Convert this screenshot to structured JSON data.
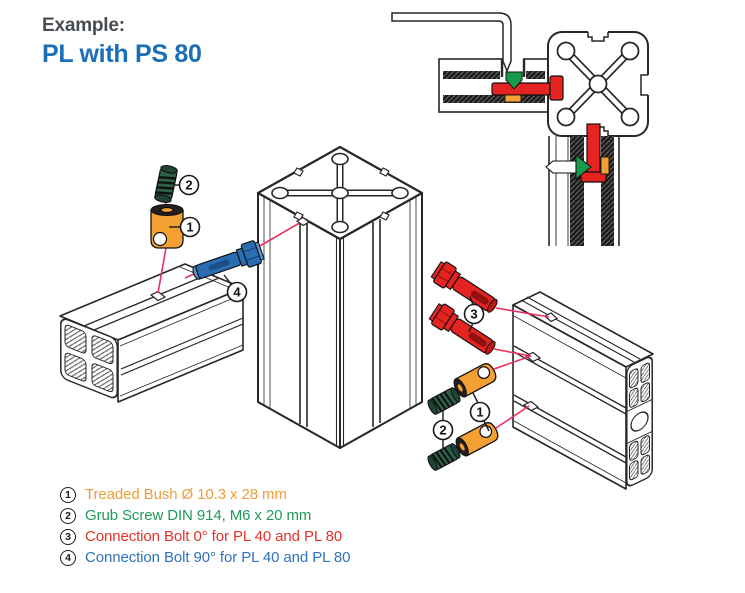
{
  "header": {
    "eyebrow": "Example:",
    "eyebrow_color": "#474D53",
    "title": "PL with PS 80",
    "title_color": "#1B6FB8"
  },
  "legend": {
    "items": [
      {
        "num": "1",
        "label": "Treaded Bush Ø 10.3 x 28 mm",
        "color": "#EE9D3A"
      },
      {
        "num": "2",
        "label": "Grub Screw DIN 914, M6 x 20 mm",
        "color": "#1F9A58"
      },
      {
        "num": "3",
        "label": "Connection Bolt 0° for PL 40 and PL 80",
        "color": "#E73129"
      },
      {
        "num": "4",
        "label": "Connection Bolt 90° for PL 40 and PL 80",
        "color": "#2E73BB"
      }
    ]
  },
  "diagram_colors": {
    "threaded_bush_orange": "#F5A033",
    "grub_screw_green_dark": "#2E6149",
    "connection_bolt_red": "#E52421",
    "connection_bolt_blue": "#2A6DB5",
    "inset_arrow_green": "#169B4D",
    "leader_line_pink": "#E8335E",
    "drawing_outline": "#2A2627"
  }
}
